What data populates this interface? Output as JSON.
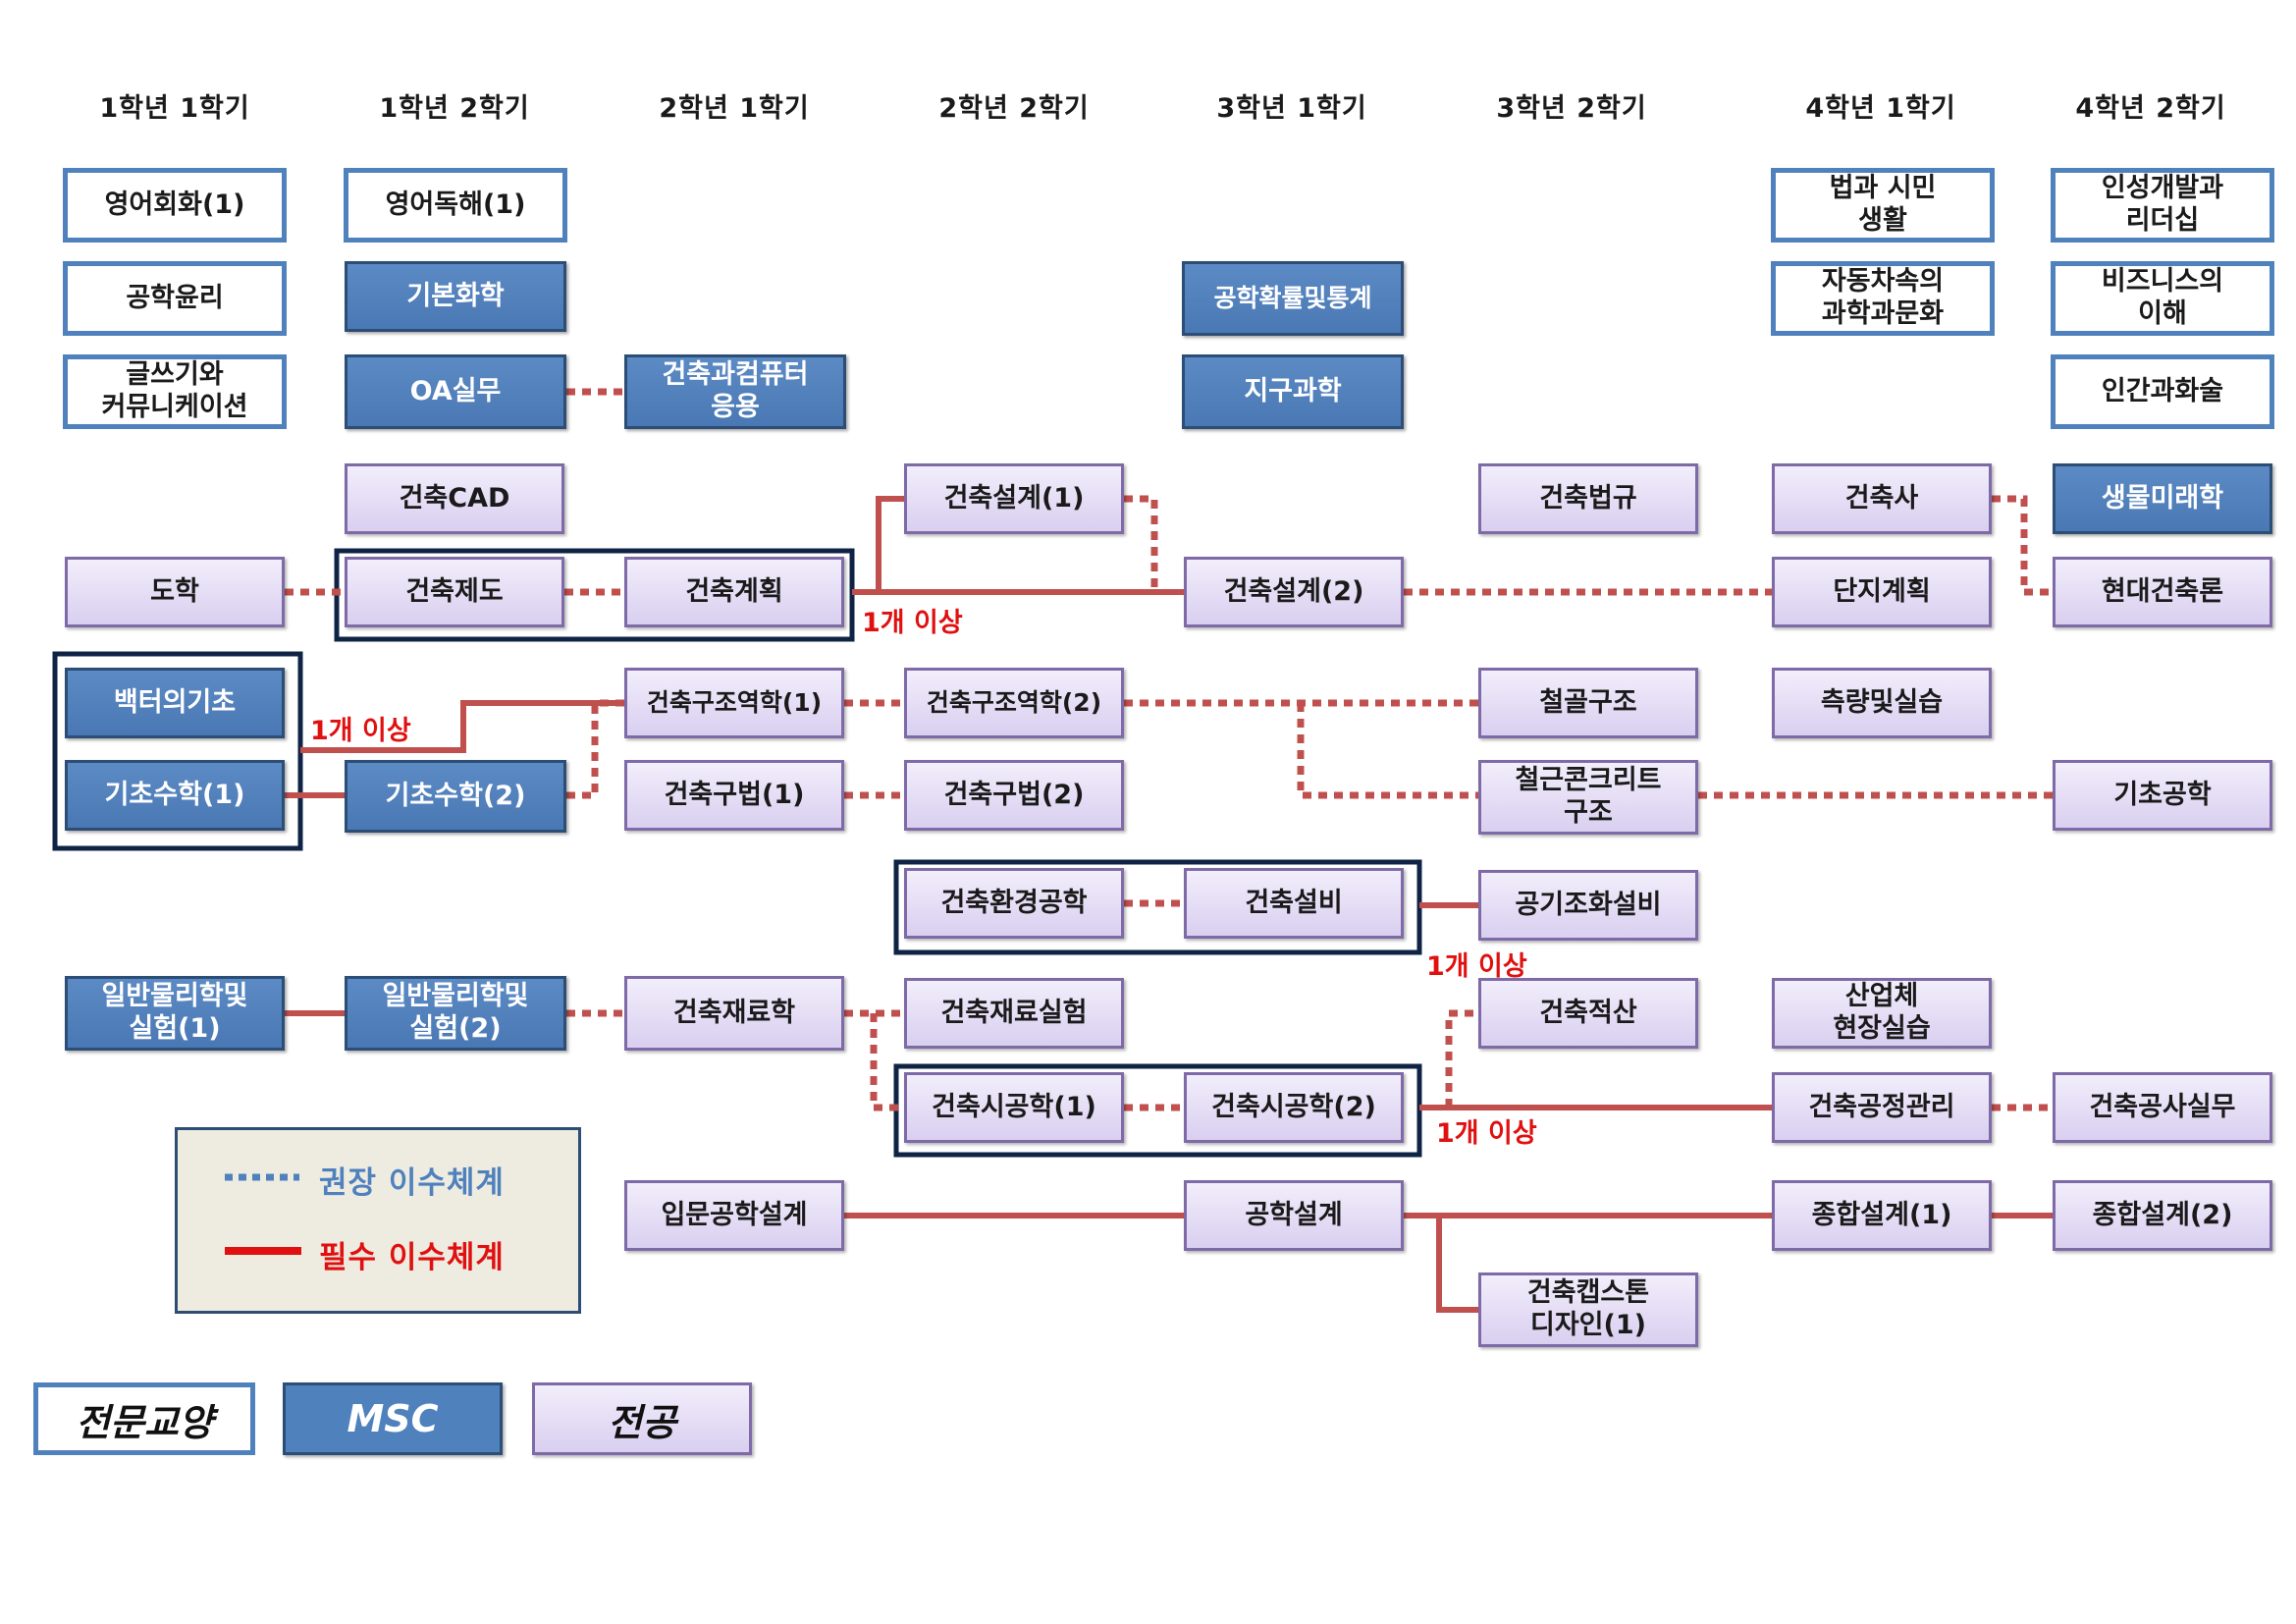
{
  "semesters": [
    "1학년 1학기",
    "1학년 2학기",
    "2학년 1학기",
    "2학년 2학기",
    "3학년 1학기",
    "3학년 2학기",
    "4학년 1학기",
    "4학년 2학기"
  ],
  "courses": {
    "english_conv": "영어회화(1)",
    "eng_ethics": "공학윤리",
    "writing_comm": "글쓰기와\n커뮤니케이션",
    "drawing": "도학",
    "vector": "백터의기초",
    "basic_math1": "기초수학(1)",
    "physics1": "일반물리학및\n실험(1)",
    "english_read": "영어독해(1)",
    "basic_chem": "기본화학",
    "oa": "OA실무",
    "arch_cad": "건축CAD",
    "arch_drafting": "건축제도",
    "basic_math2": "기초수학(2)",
    "physics2": "일반물리학및\n실험(2)",
    "arch_computer": "건축과컴퓨터\n응용",
    "arch_planning": "건축계획",
    "struct_mech1": "건축구조역학(1)",
    "const_method1": "건축구법(1)",
    "arch_materials": "건축재료학",
    "intro_design": "입문공학설계",
    "arch_design1": "건축설계(1)",
    "struct_mech2": "건축구조역학(2)",
    "const_method2": "건축구법(2)",
    "env_eng": "건축환경공학",
    "materials_lab": "건축재료실험",
    "construction1": "건축시공학(1)",
    "prob_stats": "공학확률및통계",
    "earth_sci": "지구과학",
    "arch_design2": "건축설계(2)",
    "building_equip": "건축설비",
    "construction2": "건축시공학(2)",
    "eng_design": "공학설계",
    "building_law": "건축법규",
    "steel_struct": "철골구조",
    "rc_struct": "철근콘크리트\n구조",
    "hvac": "공기조화설비",
    "estimating": "건축적산",
    "capstone": "건축캡스톤\n디자인(1)",
    "law_citizen": "법과 시민\n생활",
    "auto_culture": "자동차속의\n과학과문화",
    "arch_history": "건축사",
    "site_planning": "단지계획",
    "surveying": "측량및실습",
    "field_training": "산업체\n현장실습",
    "schedule_mgmt": "건축공정관리",
    "integ_design1": "종합설계(1)",
    "character_lead": "인성개발과\n리더십",
    "business": "비즈니스의\n이해",
    "human_tech": "인간과화술",
    "bio_future": "생물미래학",
    "modern_arch": "현대건축론",
    "basic_eng": "기초공학",
    "const_practice": "건축공사실무",
    "integ_design2": "종합설계(2)"
  },
  "labels": {
    "one_or_more": "1개 이상"
  },
  "legend": {
    "recommended": "권장 이수체계",
    "required": "필수 이수체계"
  },
  "categories": {
    "general": "전문교양",
    "msc": "MSC",
    "major": "전공"
  },
  "colors": {
    "required_line": "#c0504d",
    "recommended_line": "#c0504d",
    "group_border": "#0f2345",
    "general_border": "#4f81bd",
    "msc_fill": "#4f81bd",
    "major_fill": "#dcd3f0",
    "legend_blue": "#4f81bd",
    "legend_red": "#e01010"
  }
}
